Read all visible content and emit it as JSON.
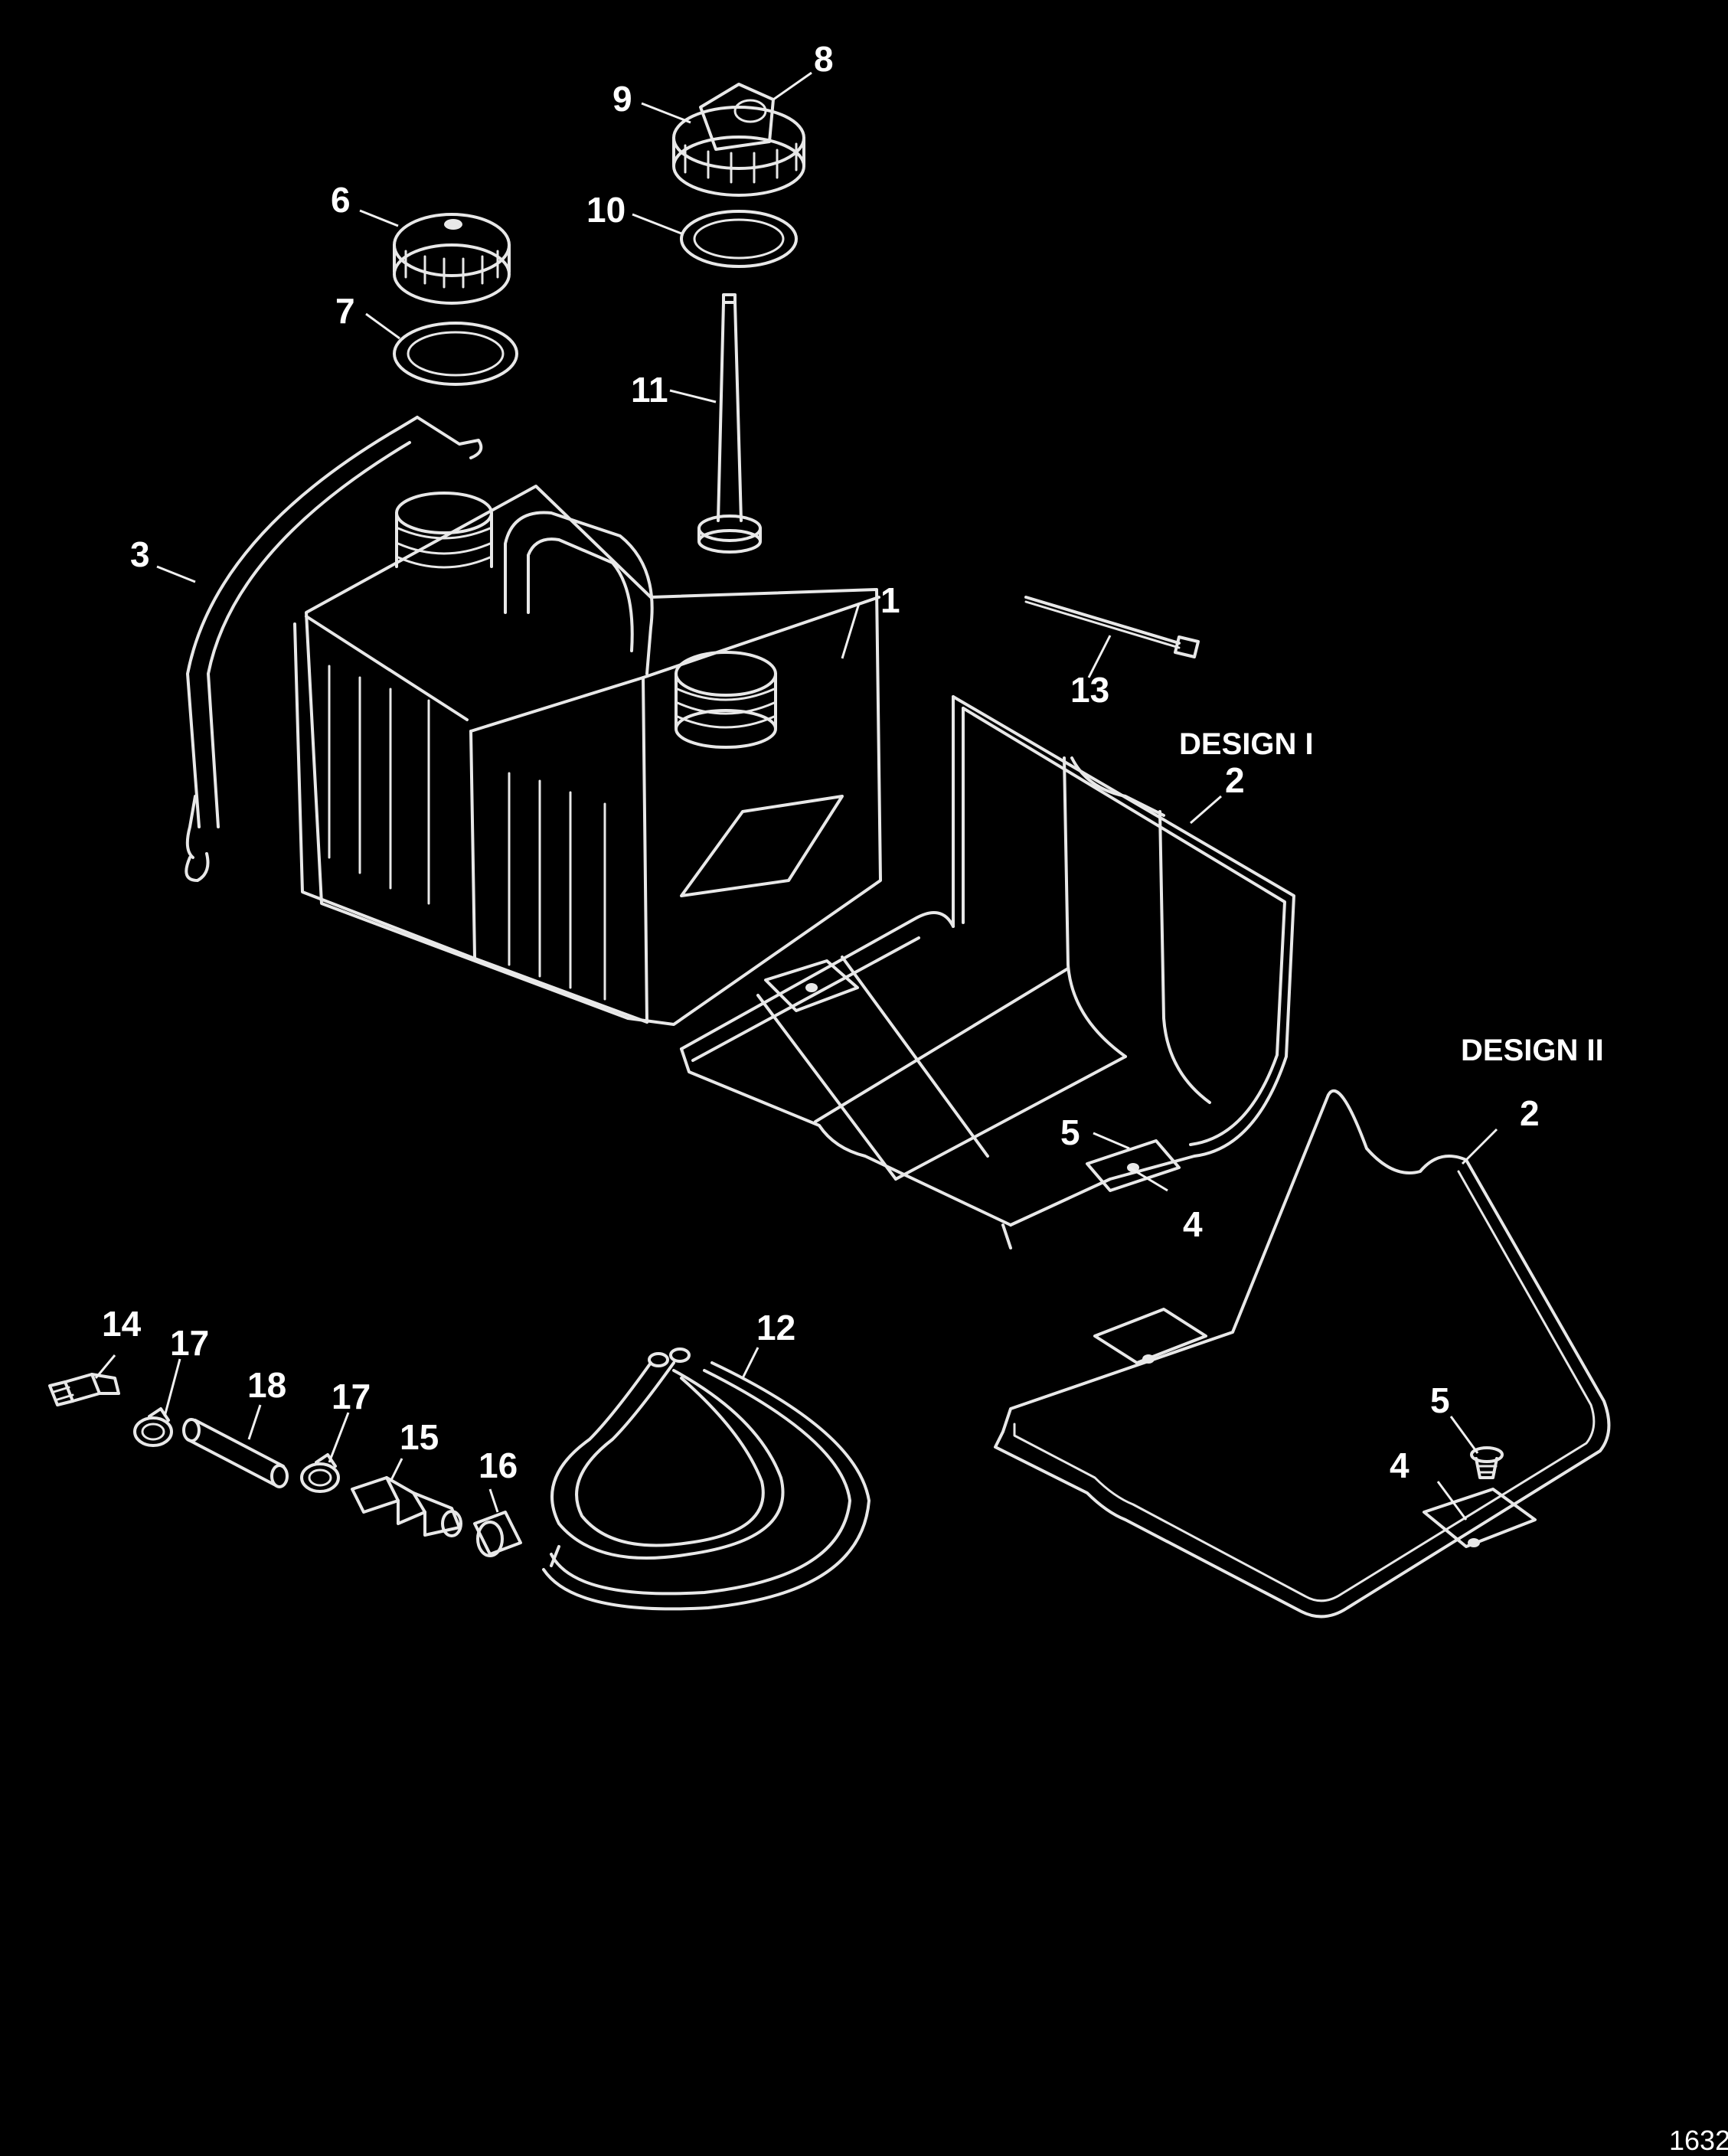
{
  "callouts": {
    "c1": "1",
    "c2a": "2",
    "c2b": "2",
    "c3": "3",
    "c4a": "4",
    "c4b": "4",
    "c5a": "5",
    "c5b": "5",
    "c6": "6",
    "c7": "7",
    "c8": "8",
    "c9": "9",
    "c10": "10",
    "c11": "11",
    "c12": "12",
    "c13": "13",
    "c14": "14",
    "c15": "15",
    "c16": "16",
    "c17a": "17",
    "c17b": "17",
    "c18": "18"
  },
  "design_labels": {
    "design1": "DESIGN I",
    "design2": "DESIGN II"
  },
  "figure_number": "1632"
}
